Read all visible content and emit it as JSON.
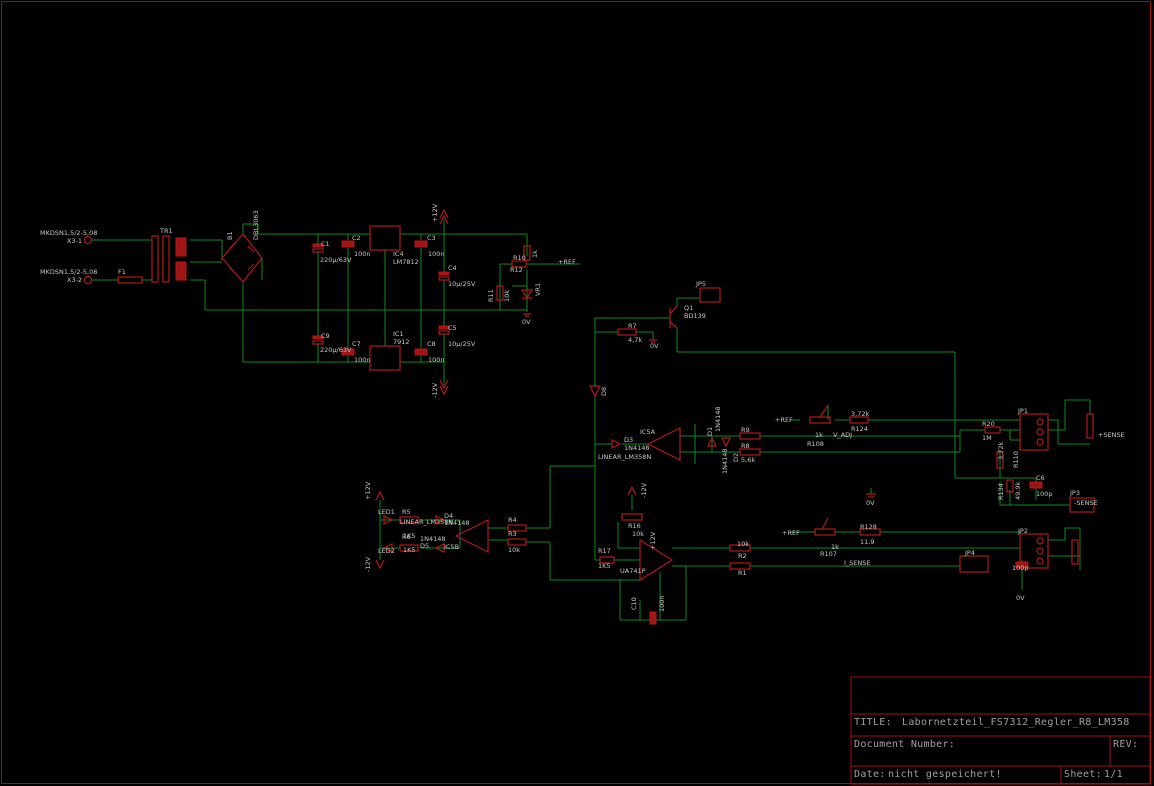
{
  "title_block": {
    "title_label": "TITLE:",
    "title_value": "Labornetzteil_FS7312_Regler_R8_LM358",
    "doc_number_label": "Document Number:",
    "rev_label": "REV:",
    "date_label": "Date:",
    "date_value": "nicht gespeichert!",
    "sheet_label": "Sheet:",
    "sheet_value": "1/1"
  },
  "colors": {
    "background": "#000000",
    "frame": "#a01010",
    "wire": "#0d8a1c",
    "symbol": "#b01818",
    "text": "#c8c8c8"
  },
  "labels": [
    {
      "name": "label-x3-1-part",
      "text": "MKDSN1,5/2-5,08"
    },
    {
      "name": "label-x3-1",
      "text": "X3-1"
    },
    {
      "name": "label-x3-2-part",
      "text": "MKDSN1,5/2-5,08"
    },
    {
      "name": "label-x3-2",
      "text": "X3-2"
    },
    {
      "name": "label-f1",
      "text": "F1"
    },
    {
      "name": "label-tr1",
      "text": "TR1"
    },
    {
      "name": "label-b1",
      "text": "B1"
    },
    {
      "name": "label-b1-part",
      "text": "DBL3063"
    },
    {
      "name": "label-c1",
      "text": "C1"
    },
    {
      "name": "label-c1-val",
      "text": "220µ/63V"
    },
    {
      "name": "label-c2",
      "text": "C2"
    },
    {
      "name": "label-c2-val",
      "text": "100n"
    },
    {
      "name": "label-ic4",
      "text": "IC4"
    },
    {
      "name": "label-ic4-part",
      "text": "LM7812"
    },
    {
      "name": "label-c3",
      "text": "C3"
    },
    {
      "name": "label-c3-val",
      "text": "100n"
    },
    {
      "name": "label-c4",
      "text": "C4"
    },
    {
      "name": "label-c4-val",
      "text": "10µ/25V"
    },
    {
      "name": "label-p12v-top",
      "text": "+12V"
    },
    {
      "name": "label-r10",
      "text": "R10"
    },
    {
      "name": "label-r10-val",
      "text": "1k"
    },
    {
      "name": "label-r12",
      "text": "R12"
    },
    {
      "name": "label-ref-1",
      "text": "+REF"
    },
    {
      "name": "label-r11",
      "text": "R11"
    },
    {
      "name": "label-r11-val",
      "text": "10k"
    },
    {
      "name": "label-vr1",
      "text": "VR1"
    },
    {
      "name": "label-0v-1",
      "text": "0V"
    },
    {
      "name": "label-c9",
      "text": "C9"
    },
    {
      "name": "label-c9-val",
      "text": "220µ/63V"
    },
    {
      "name": "label-c7",
      "text": "C7"
    },
    {
      "name": "label-c7-val",
      "text": "100n"
    },
    {
      "name": "label-ic1",
      "text": "IC1"
    },
    {
      "name": "label-ic1-part",
      "text": "7912"
    },
    {
      "name": "label-c8",
      "text": "C8"
    },
    {
      "name": "label-c8-val",
      "text": "100n"
    },
    {
      "name": "label-c5",
      "text": "C5"
    },
    {
      "name": "label-c5-val",
      "text": "10µ/25V"
    },
    {
      "name": "label-m12v-bottom",
      "text": "-12V"
    },
    {
      "name": "label-jp5",
      "text": "JP5"
    },
    {
      "name": "label-q1",
      "text": "Q1"
    },
    {
      "name": "label-q1-part",
      "text": "BD139"
    },
    {
      "name": "label-r7",
      "text": "R7"
    },
    {
      "name": "label-r7-val",
      "text": "4,7k"
    },
    {
      "name": "label-0v-2",
      "text": "0V"
    },
    {
      "name": "label-d8",
      "text": "D8"
    },
    {
      "name": "label-ic5a",
      "text": "IC5A"
    },
    {
      "name": "label-d3",
      "text": "D3"
    },
    {
      "name": "label-d3-val",
      "text": "1N4148"
    },
    {
      "name": "label-ic5a-part",
      "text": "LINEAR_LM358N"
    },
    {
      "name": "label-d1",
      "text": "D1"
    },
    {
      "name": "label-d1-val",
      "text": "1N4148"
    },
    {
      "name": "label-d2",
      "text": "D2"
    },
    {
      "name": "label-d2-val",
      "text": "1N4148"
    },
    {
      "name": "label-r9",
      "text": "R9"
    },
    {
      "name": "label-r8",
      "text": "R8"
    },
    {
      "name": "label-r8-val",
      "text": "5,6k"
    },
    {
      "name": "label-ref-2",
      "text": "+REF"
    },
    {
      "name": "label-r108-val",
      "text": "1k"
    },
    {
      "name": "label-r108",
      "text": "R108"
    },
    {
      "name": "label-r124-val",
      "text": "3,72k"
    },
    {
      "name": "label-r124",
      "text": "R124"
    },
    {
      "name": "label-vadj",
      "text": "V_ADJ"
    },
    {
      "name": "label-r20",
      "text": "R20"
    },
    {
      "name": "label-r20-val",
      "text": "1M"
    },
    {
      "name": "label-r110",
      "text": "R110"
    },
    {
      "name": "label-r110-val",
      "text": "3,72k"
    },
    {
      "name": "label-jp1",
      "text": "JP1"
    },
    {
      "name": "label-sense-p",
      "text": "+SENSE"
    },
    {
      "name": "label-c6",
      "text": "C6"
    },
    {
      "name": "label-c6-val",
      "text": "100p"
    },
    {
      "name": "label-r134",
      "text": "R134"
    },
    {
      "name": "label-r134-val",
      "text": "49,9k"
    },
    {
      "name": "label-jp3",
      "text": "JP3"
    },
    {
      "name": "label-sense-m",
      "text": "-SENSE"
    },
    {
      "name": "label-0v-3",
      "text": "0V"
    },
    {
      "name": "label-p12v-led",
      "text": "+12V"
    },
    {
      "name": "label-led1",
      "text": "LED1"
    },
    {
      "name": "label-r5",
      "text": "R5"
    },
    {
      "name": "label-r5-part",
      "text": "LINEAR_LM358N"
    },
    {
      "name": "label-d4",
      "text": "D4"
    },
    {
      "name": "label-d4-val",
      "text": "1N4148"
    },
    {
      "name": "label-r6",
      "text": "R6"
    },
    {
      "name": "label-r6-val",
      "text": "1K5"
    },
    {
      "name": "label-d5-val",
      "text": "1N4148"
    },
    {
      "name": "label-led2",
      "text": "LED2"
    },
    {
      "name": "label-d5",
      "text": "D5"
    },
    {
      "name": "label-r6b",
      "text": "1K5"
    },
    {
      "name": "label-ic5b",
      "text": "IC5B"
    },
    {
      "name": "label-m12v-led",
      "text": "-12V"
    },
    {
      "name": "label-r4",
      "text": "R4"
    },
    {
      "name": "label-r3",
      "text": "R3"
    },
    {
      "name": "label-r3-val",
      "text": "10k"
    },
    {
      "name": "label-m12v-ic",
      "text": "-12V"
    },
    {
      "name": "label-p12v-ic",
      "text": "+12V"
    },
    {
      "name": "label-r16",
      "text": "R16"
    },
    {
      "name": "label-r16-val",
      "text": "10k"
    },
    {
      "name": "label-r17",
      "text": "R17"
    },
    {
      "name": "label-r17-val",
      "text": "1K5"
    },
    {
      "name": "label-ua741",
      "text": "UA741P"
    },
    {
      "name": "label-c10",
      "text": "C10"
    },
    {
      "name": "label-c10-val",
      "text": "100n"
    },
    {
      "name": "label-r2-val",
      "text": "10k"
    },
    {
      "name": "label-r2",
      "text": "R2"
    },
    {
      "name": "label-r1",
      "text": "R1"
    },
    {
      "name": "label-ref-3",
      "text": "+REF"
    },
    {
      "name": "label-r107-val",
      "text": "1k"
    },
    {
      "name": "label-r107",
      "text": "R107"
    },
    {
      "name": "label-r128",
      "text": "R128"
    },
    {
      "name": "label-r128-val",
      "text": "11,9"
    },
    {
      "name": "label-isense",
      "text": "I_SENSE"
    },
    {
      "name": "label-jp4",
      "text": "JP4"
    },
    {
      "name": "label-jp2",
      "text": "JP2"
    },
    {
      "name": "label-c11-val",
      "text": "100p"
    },
    {
      "name": "label-0v-4",
      "text": "0V"
    }
  ]
}
